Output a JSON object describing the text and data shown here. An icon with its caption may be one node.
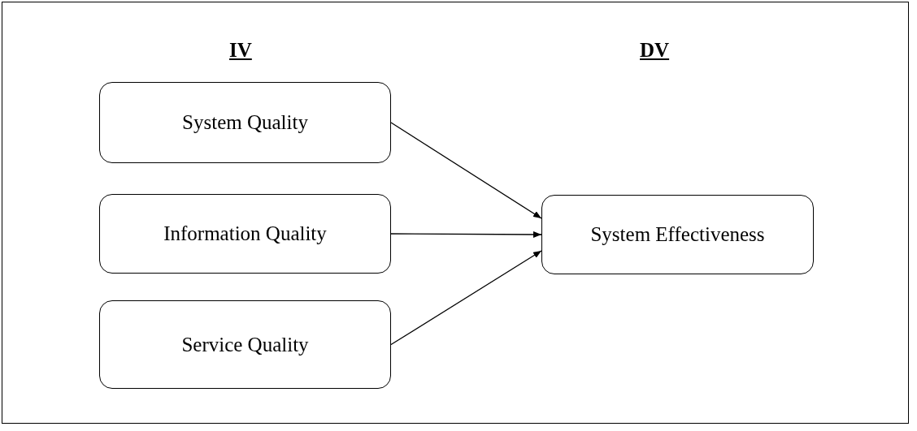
{
  "diagram": {
    "nodes": [
      {
        "text": [
          "System Quality"
        ]
      },
      {
        "text": [
          "Information Quality"
        ]
      },
      {
        "text": [
          "Service Quality"
        ]
      },
      {
        "text": [
          "System Effectiveness"
        ]
      }
    ],
    "edges": [
      {
        "from": 0,
        "to": 3,
        "arrow": "to"
      },
      {
        "from": 1,
        "to": 3,
        "arrow": "to"
      },
      {
        "from": 2,
        "to": 3,
        "arrow": "to"
      }
    ],
    "labels": [
      "IV",
      "DV"
    ]
  }
}
